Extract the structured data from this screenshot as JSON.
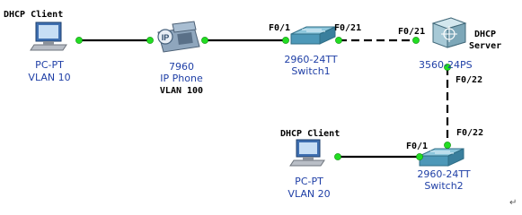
{
  "devices": {
    "pc1": {
      "header": "DHCP Client",
      "model": "PC-PT",
      "vlan": "VLAN 10"
    },
    "phone": {
      "model": "7960",
      "type": "IP Phone",
      "vlan": "VLAN 100",
      "badge": "IP"
    },
    "switch1": {
      "model": "2960-24TT",
      "name": "Switch1"
    },
    "server": {
      "header_line1": "DHCP",
      "header_line2": "Server",
      "model": "3560-24PS"
    },
    "pc2": {
      "header": "DHCP Client",
      "model": "PC-PT",
      "vlan": "VLAN 20"
    },
    "switch2": {
      "model": "2960-24TT",
      "name": "Switch2"
    }
  },
  "ports": {
    "sw1_fa1": "F0/1",
    "sw1_fa21": "F0/21",
    "srv_fa21": "F0/21",
    "srv_fa22": "F0/22",
    "sw2_fa22": "F0/22",
    "sw2_fa1": "F0/1"
  },
  "colors": {
    "link": "#000000",
    "port_dot": "#22dd22",
    "label_blue": "#1f3fa6",
    "switch_face": "#4d98b8"
  },
  "footer_mark": "↵"
}
